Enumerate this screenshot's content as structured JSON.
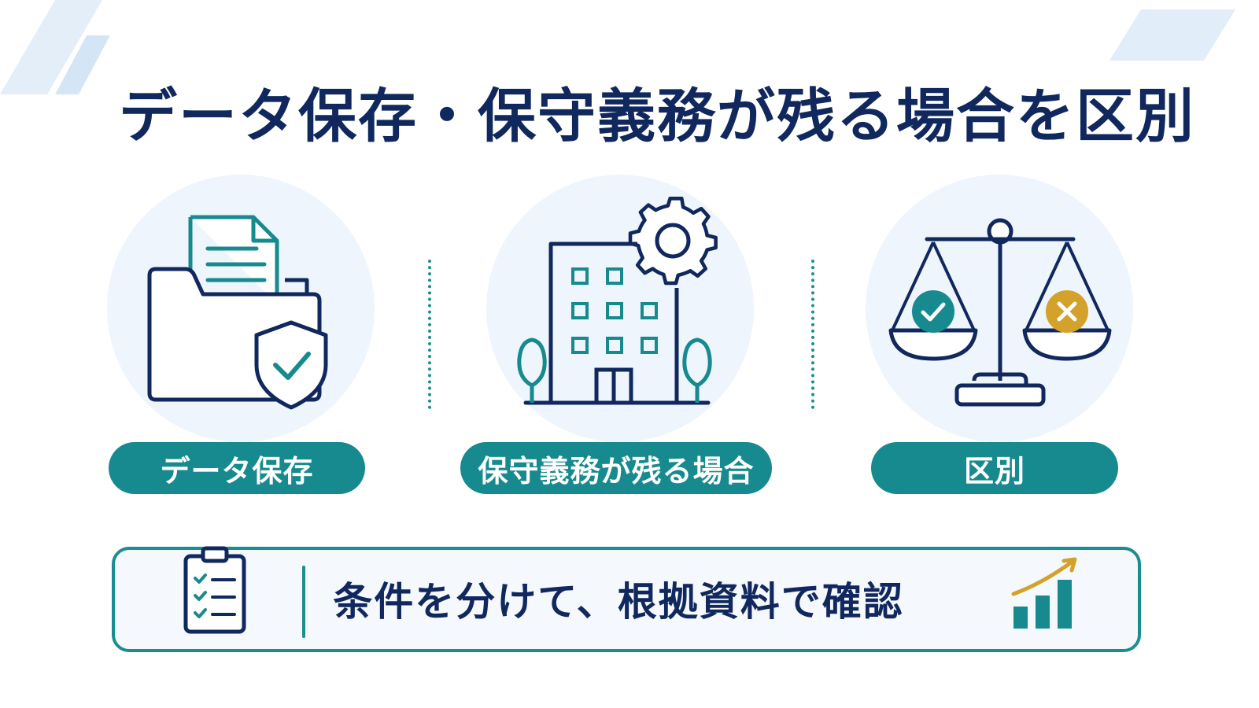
{
  "title": "データ保存・保守義務が残る場合を区別",
  "panels": [
    {
      "label": "データ保存",
      "icon": "folder-shield-icon"
    },
    {
      "label": "保守義務が残る場合",
      "icon": "building-gear-icon"
    },
    {
      "label": "区別",
      "icon": "balance-scale-icon"
    }
  ],
  "bottom": {
    "text": "条件を分けて、根拠資料で確認",
    "left_icon": "clipboard-checklist-icon",
    "right_icon": "growth-chart-icon"
  },
  "colors": {
    "navy": "#10285e",
    "teal": "#168a8f",
    "circle_bg": "#eef5fc",
    "check": "#168a8f",
    "cross": "#d4a22a"
  }
}
